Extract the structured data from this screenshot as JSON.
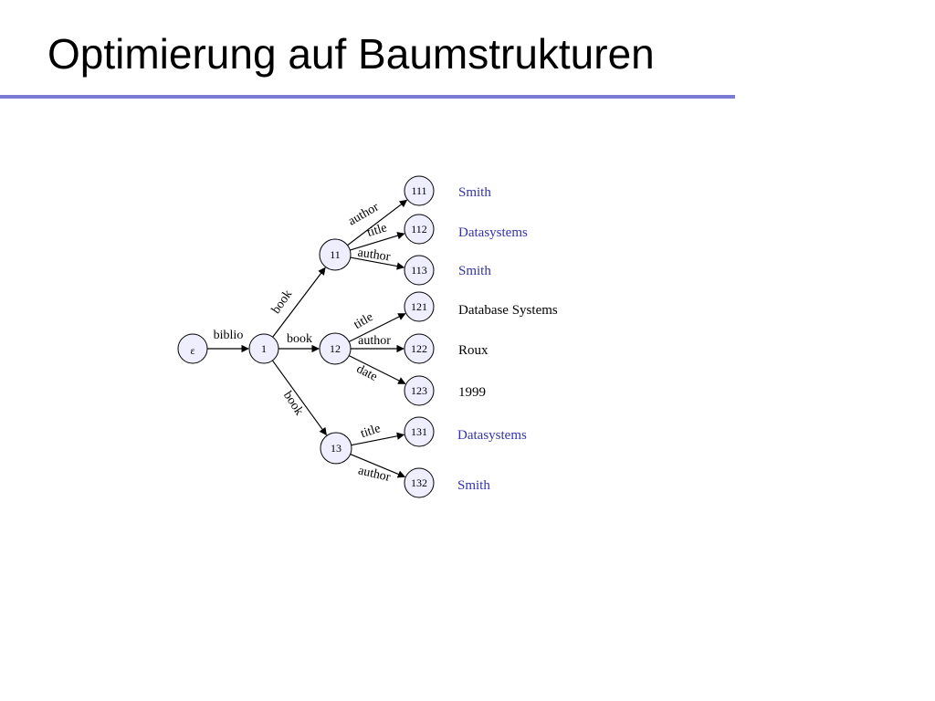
{
  "slide": {
    "title": "Optimierung auf Baumstrukturen",
    "rule_color": "#7b7bd6"
  },
  "tree": {
    "nodes": [
      {
        "id": "eps",
        "label": "ε"
      },
      {
        "id": "n1",
        "label": "1"
      },
      {
        "id": "n11",
        "label": "11"
      },
      {
        "id": "n12",
        "label": "12"
      },
      {
        "id": "n13",
        "label": "13"
      },
      {
        "id": "n111",
        "label": "111"
      },
      {
        "id": "n112",
        "label": "112"
      },
      {
        "id": "n113",
        "label": "113"
      },
      {
        "id": "n121",
        "label": "121"
      },
      {
        "id": "n122",
        "label": "122"
      },
      {
        "id": "n123",
        "label": "123"
      },
      {
        "id": "n131",
        "label": "131"
      },
      {
        "id": "n132",
        "label": "132"
      }
    ],
    "edges": [
      {
        "from": "eps",
        "to": "n1",
        "label": "biblio"
      },
      {
        "from": "n1",
        "to": "n11",
        "label": "book"
      },
      {
        "from": "n1",
        "to": "n12",
        "label": "book"
      },
      {
        "from": "n1",
        "to": "n13",
        "label": "book"
      },
      {
        "from": "n11",
        "to": "n111",
        "label": "author"
      },
      {
        "from": "n11",
        "to": "n112",
        "label": "title"
      },
      {
        "from": "n11",
        "to": "n113",
        "label": "author"
      },
      {
        "from": "n12",
        "to": "n121",
        "label": "title"
      },
      {
        "from": "n12",
        "to": "n122",
        "label": "author"
      },
      {
        "from": "n12",
        "to": "n123",
        "label": "date"
      },
      {
        "from": "n13",
        "to": "n131",
        "label": "title"
      },
      {
        "from": "n13",
        "to": "n132",
        "label": "author"
      }
    ],
    "values": [
      {
        "node": "n111",
        "text": "Smith",
        "color": "#3333aa"
      },
      {
        "node": "n112",
        "text": "Datasystems",
        "color": "#3333aa"
      },
      {
        "node": "n113",
        "text": "Smith",
        "color": "#3333aa"
      },
      {
        "node": "n121",
        "text": "Database Systems",
        "color": "#000000"
      },
      {
        "node": "n122",
        "text": "Roux",
        "color": "#000000"
      },
      {
        "node": "n123",
        "text": "1999",
        "color": "#000000"
      },
      {
        "node": "n131",
        "text": "Datasystems",
        "color": "#3333aa"
      },
      {
        "node": "n132",
        "text": "Smith",
        "color": "#3333aa"
      }
    ]
  }
}
